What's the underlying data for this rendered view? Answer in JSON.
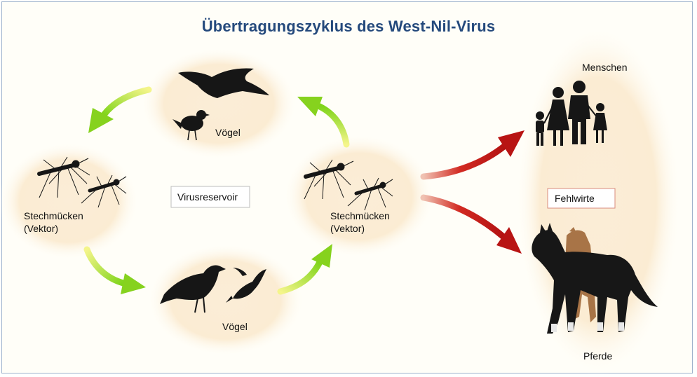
{
  "title": "Übertragungszyklus des West-Nil-Virus",
  "nodes": {
    "birds_top": "Vögel",
    "mosquitoes_left_line1": "Stechmücken",
    "mosquitoes_left_line2": "(Vektor)",
    "mosquitoes_right_line1": "Stechmücken",
    "mosquitoes_right_line2": "(Vektor)",
    "birds_bottom": "Vögel",
    "center_label": "Virusreservoir",
    "humans": "Menschen",
    "dead_end_hosts": "Fehlwirte",
    "horses": "Pferde"
  },
  "colors": {
    "title": "#24497c",
    "circle_fill": "#fbedd7",
    "cycle_arrow": "#8ed622",
    "host_arrow": "#c01818",
    "silhouette": "#161616",
    "reservoir_border": "#bdbdbd",
    "dead_end_border": "#d98b7c"
  },
  "icons": [
    "bird-flying-icon",
    "songbird-icon",
    "mosquito-icon",
    "crow-icon",
    "swallow-icon",
    "family-icon",
    "horse-icon"
  ]
}
